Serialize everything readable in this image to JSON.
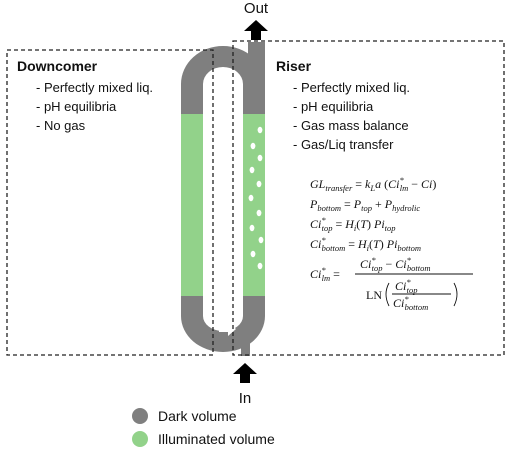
{
  "colors": {
    "dark": "#7f7f7f",
    "illuminated": "#92d28a",
    "bubble": "#ffffff",
    "arrow": "#000000",
    "border": "#222222"
  },
  "labels": {
    "out": "Out",
    "in": "In"
  },
  "downcomer": {
    "title": "Downcomer",
    "items": [
      "- Perfectly mixed liq.",
      "- pH equilibria",
      "- No gas"
    ]
  },
  "riser": {
    "title": "Riser",
    "items": [
      "- Perfectly mixed liq.",
      "- pH equilibria",
      "- Gas mass balance",
      "- Gas/Liq transfer"
    ]
  },
  "equations": {
    "gl_transfer": "GL_transfer = k_L a (Ci*_lm − Ci)",
    "p_bottom": "P_bottom = P_top + P_hydrolic",
    "ci_top": "Ci*_top = H_i(T) Pi_top",
    "ci_bottom": "Ci*_bottom = H_i(T) Pi_bottom",
    "ci_lm": "Ci*_lm = (Ci*_top − Ci*_bottom) / LN(Ci*_top / Ci*_bottom)"
  },
  "legend": {
    "dark": "Dark volume",
    "illuminated": "Illuminated volume"
  }
}
